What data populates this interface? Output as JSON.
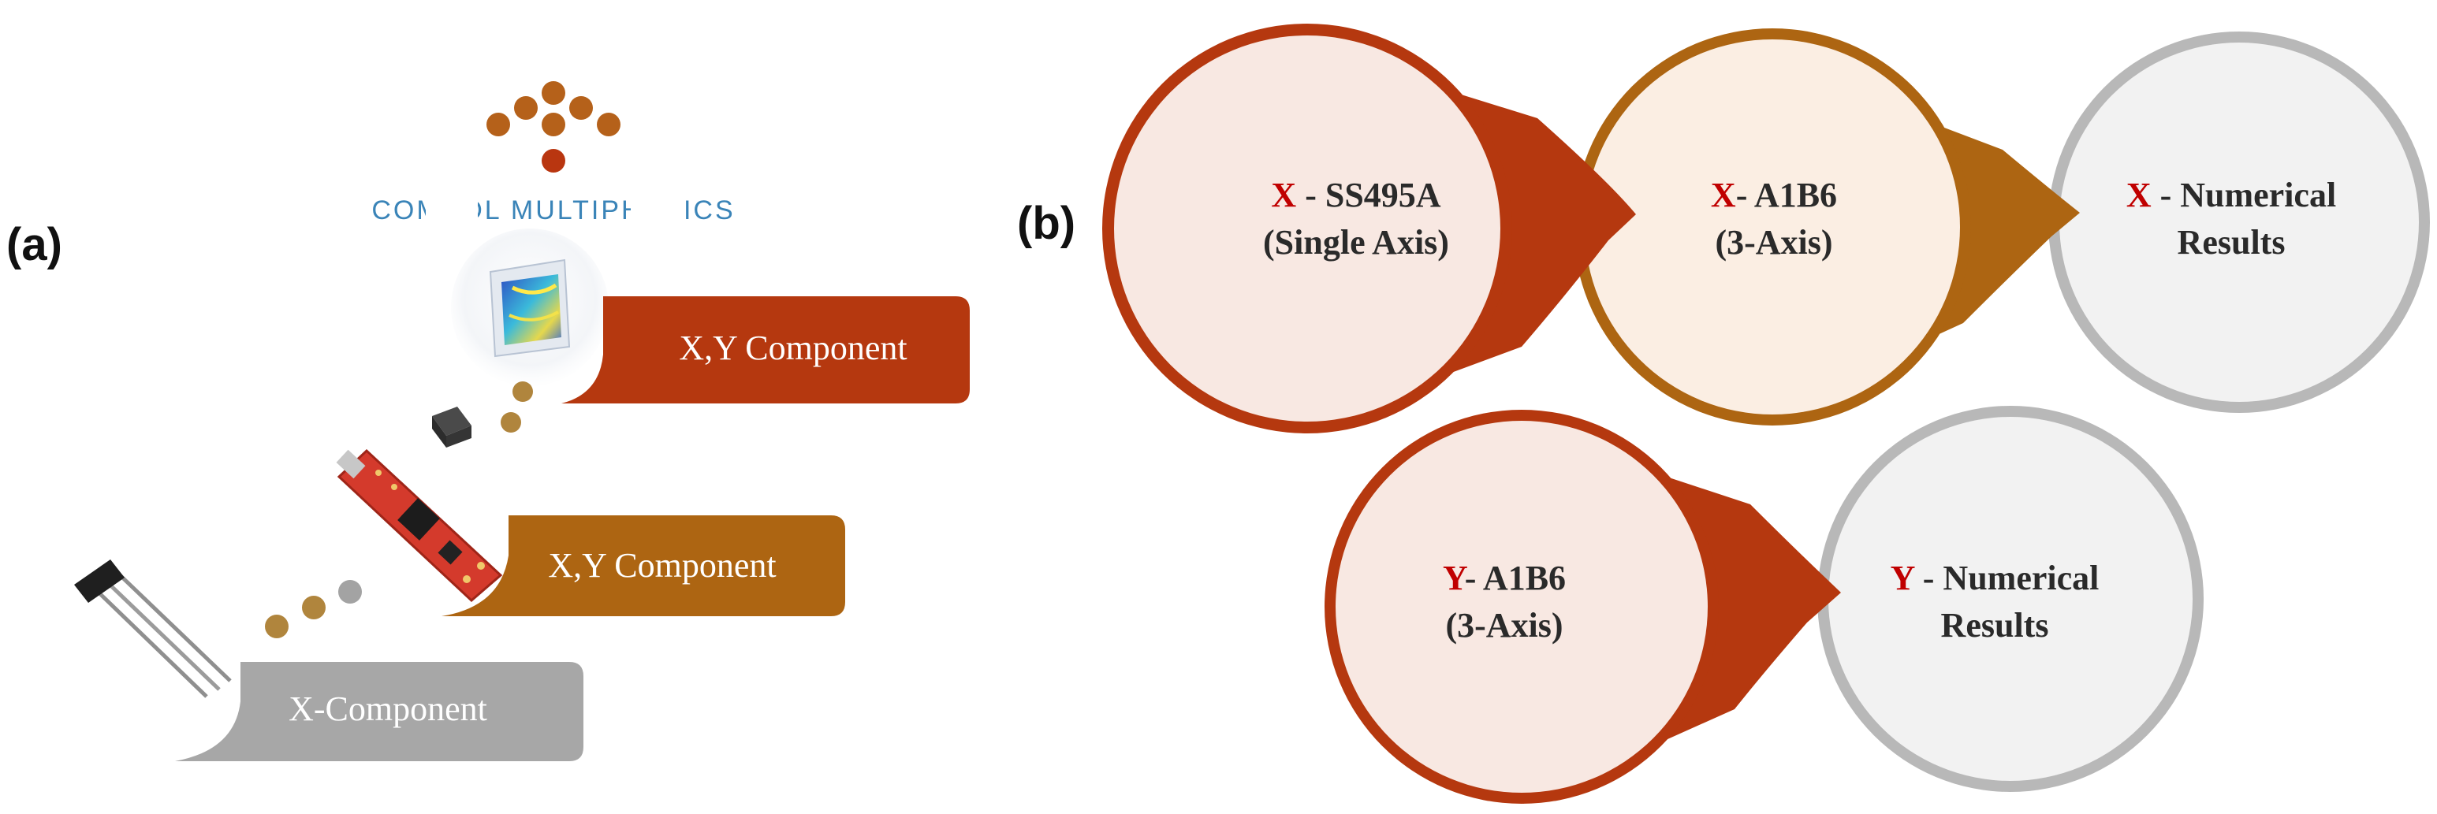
{
  "panel_a": {
    "label": "(a)",
    "logo_text": "COMSOL MULTIPHYSICS",
    "bars": [
      {
        "label": "X,Y Component",
        "color": "#b5380f"
      },
      {
        "label": "X,Y Component",
        "color": "#ad6512"
      },
      {
        "label": "X-Component",
        "color": "#a7a7a7"
      }
    ],
    "colors": {
      "logo_brown": "#b5611a",
      "logo_red": "#b93610",
      "dot_gold": "#b0853d",
      "dot_grey": "#a3a3a3"
    },
    "images": [
      "hall-sensor-ss495a",
      "a1b6-breakout-board",
      "chip-sensor",
      "comsol-model-cube"
    ]
  },
  "panel_b": {
    "label": "(b)",
    "top_row": [
      {
        "letter": "X",
        "text": " - SS495A",
        "line2": "(Single Axis)",
        "ring": "#b5380f",
        "fill": "#f8e8e2"
      },
      {
        "letter": "X",
        "text": "- A1B6",
        "line2": "(3-Axis)",
        "ring": "#ad6512",
        "fill": "#fbeee3"
      },
      {
        "letter": "X",
        "text": " - Numerical",
        "line2": "Results",
        "ring": "#b8b8b8",
        "fill": "#f2f2f2"
      }
    ],
    "bottom_row": [
      {
        "letter": "Y",
        "text": "- A1B6",
        "line2": "(3-Axis)",
        "ring": "#b5380f",
        "fill": "#f8e8e2"
      },
      {
        "letter": "Y",
        "text": " - Numerical",
        "line2": "Results",
        "ring": "#b8b8b8",
        "fill": "#f2f2f2"
      }
    ],
    "accent": "#c00000",
    "text_color": "#2a2a2a"
  }
}
